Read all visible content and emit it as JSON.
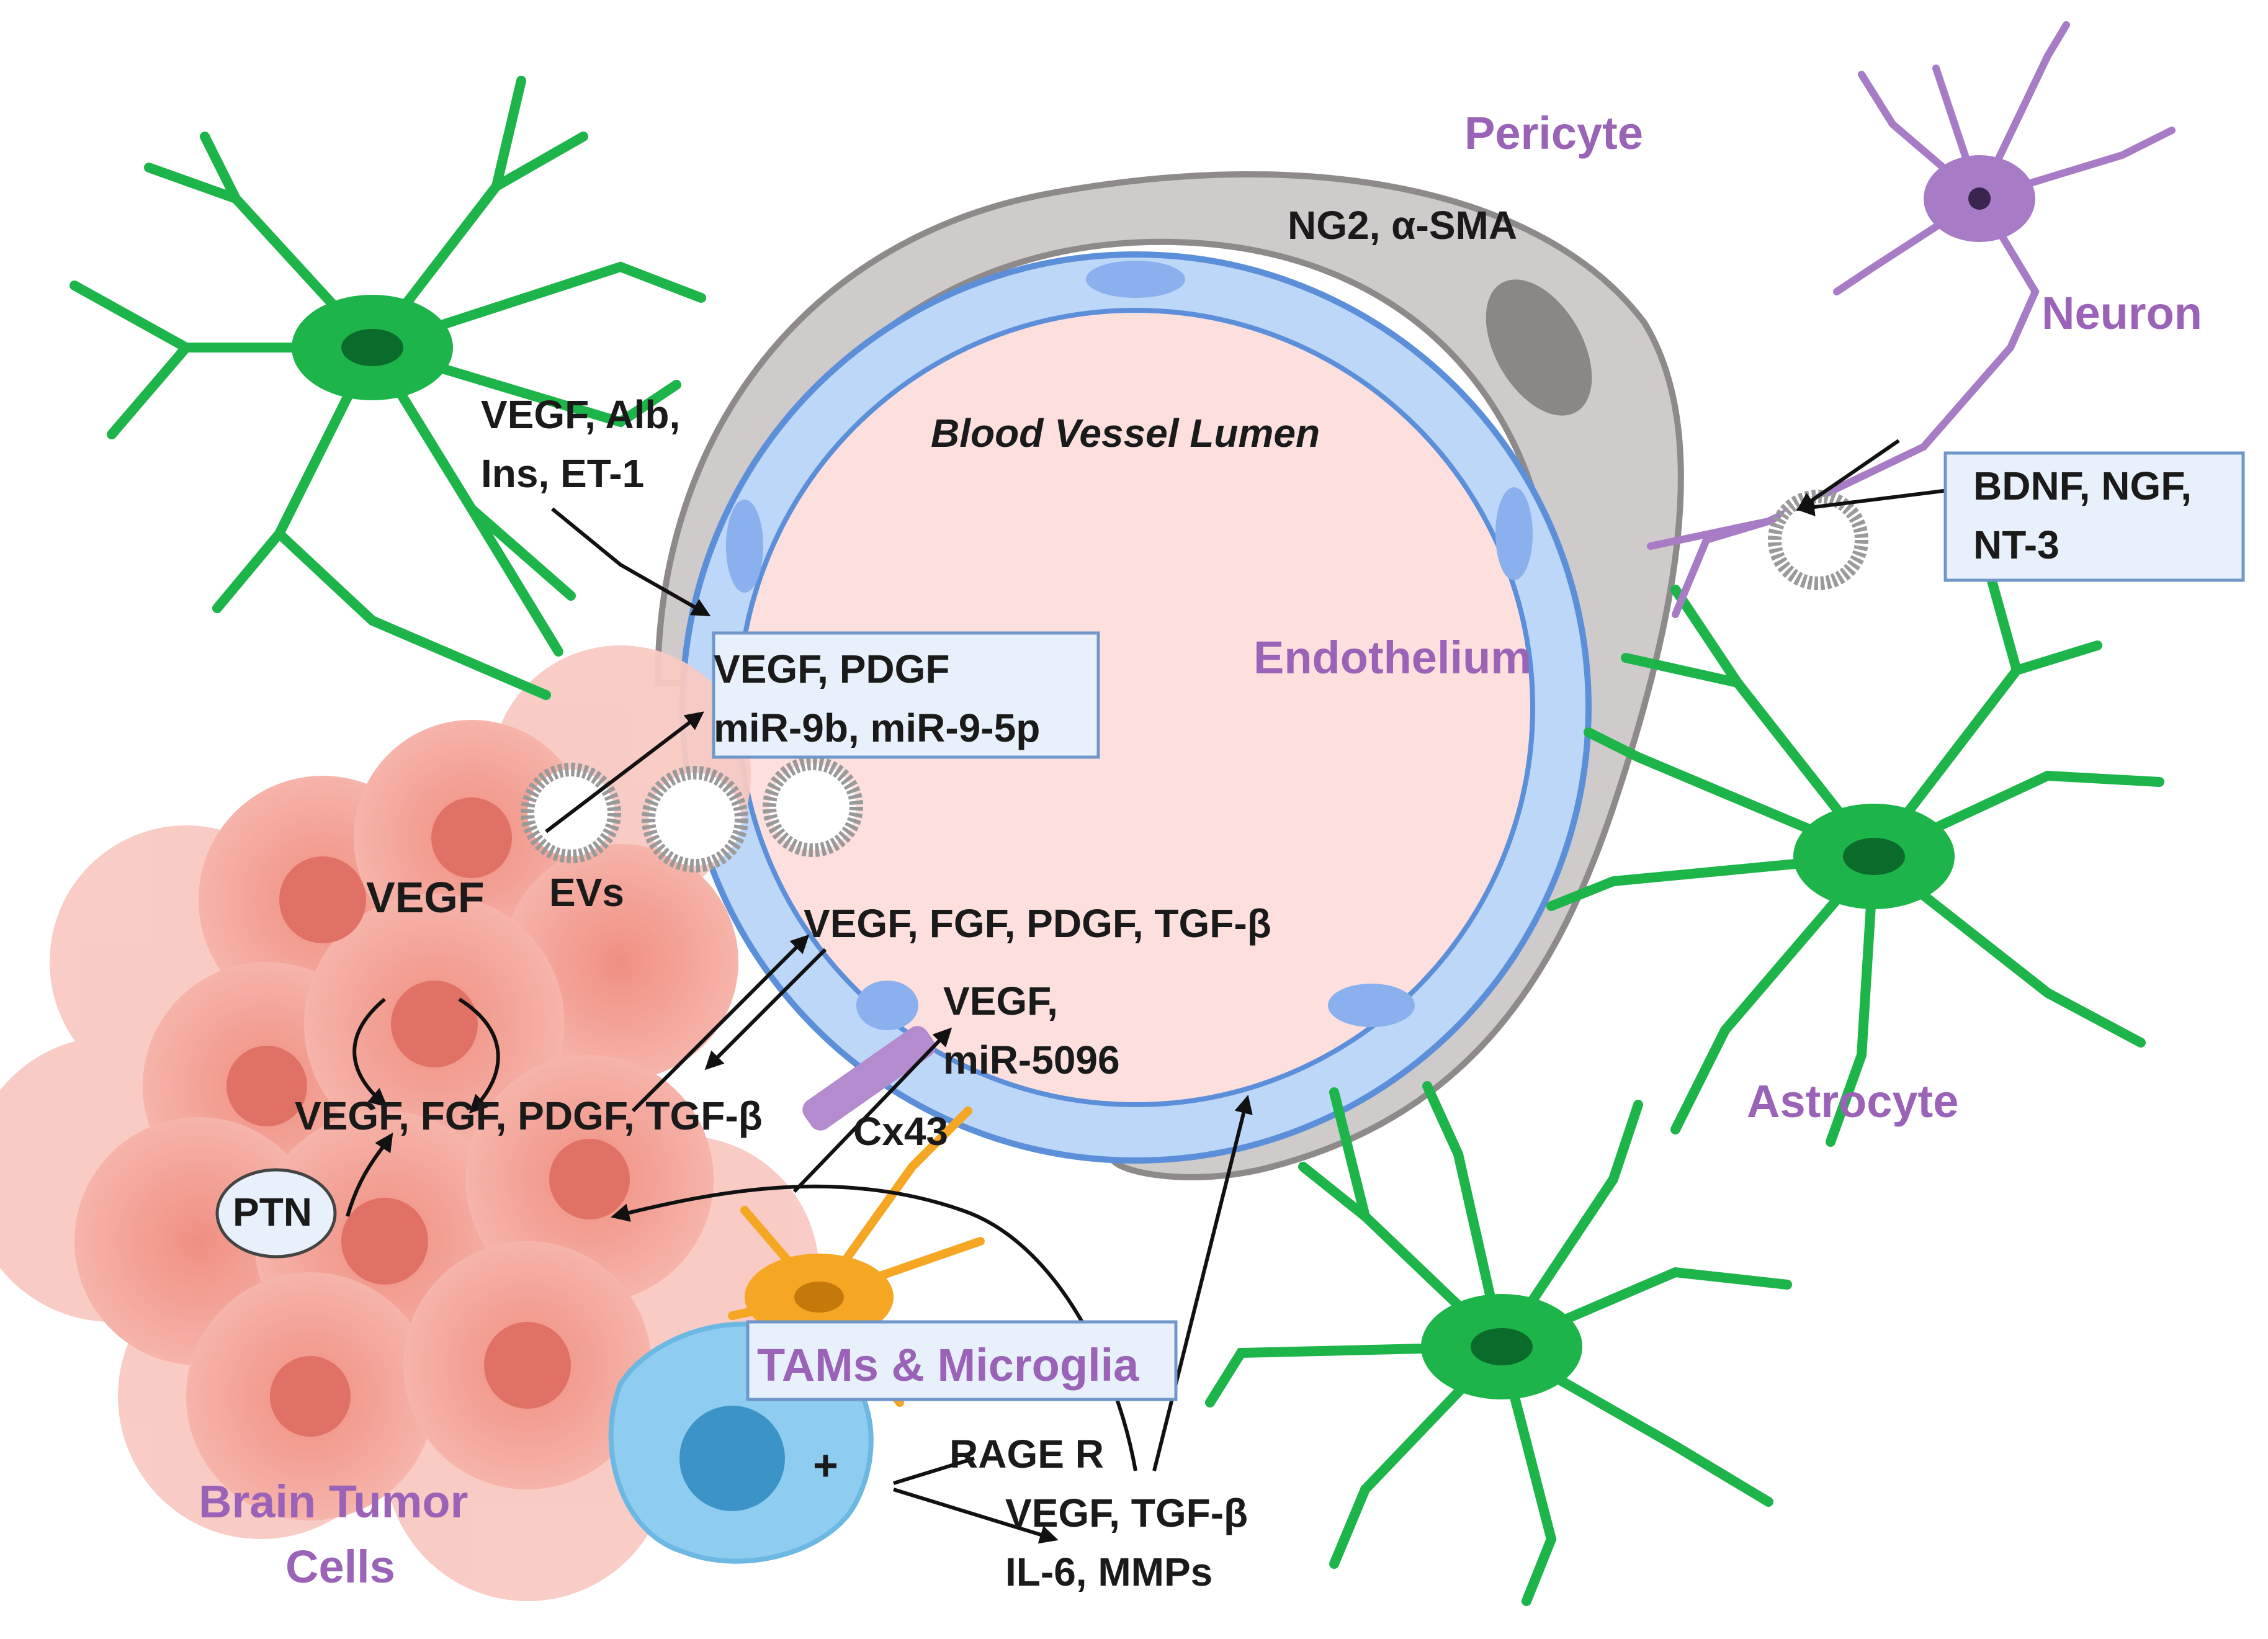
{
  "labels": {
    "pericyte": "Pericyte",
    "ng2": "NG2, α-SMA",
    "neuron": "Neuron",
    "blood_vessel_lumen": "Blood Vessel Lumen",
    "endothelium": "Endothelium",
    "astrocyte": "Astrocyte",
    "vegf_alb_1": "VEGF, Alb,",
    "vegf_alb_2": "Ins, ET-1",
    "box_vegf_pdgf_1": "VEGF, PDGF",
    "box_vegf_pdgf_2": "miR-9b, miR-9-5p",
    "bdnf_1": "BDNF, NGF,",
    "bdnf_2": "NT-3",
    "evs": "EVs",
    "vegf_tumor": "VEGF",
    "growth_factors_top": "VEGF, FGF, PDGF, TGF-β",
    "growth_factors_tumor": "VEGF, FGF, PDGF, TGF-β",
    "vegf_mir_1": "VEGF,",
    "vegf_mir_2": "miR-5096",
    "cx43": "Cx43",
    "ptn": "PTN",
    "tams": "TAMs & Microglia",
    "rage": "RAGE R",
    "plus": "+",
    "vegf_tgf": "VEGF, TGF-β",
    "il6": "IL-6, MMPs",
    "brain_tumor_1": "Brain Tumor",
    "brain_tumor_2": "Cells"
  },
  "colors": {
    "astrocyte": "#1db54a",
    "astrocyte_nucleus": "#0b6b2a",
    "neuron": "#a77bc6",
    "pericyte": "#cfcbca",
    "endothelium": "#bcd7f7",
    "lumen": "#fde0de",
    "tumor": "#f3968a",
    "microglia_orange": "#f5a623",
    "macrophage_blue": "#8ecdf0",
    "label_purple": "#9a63b8"
  }
}
